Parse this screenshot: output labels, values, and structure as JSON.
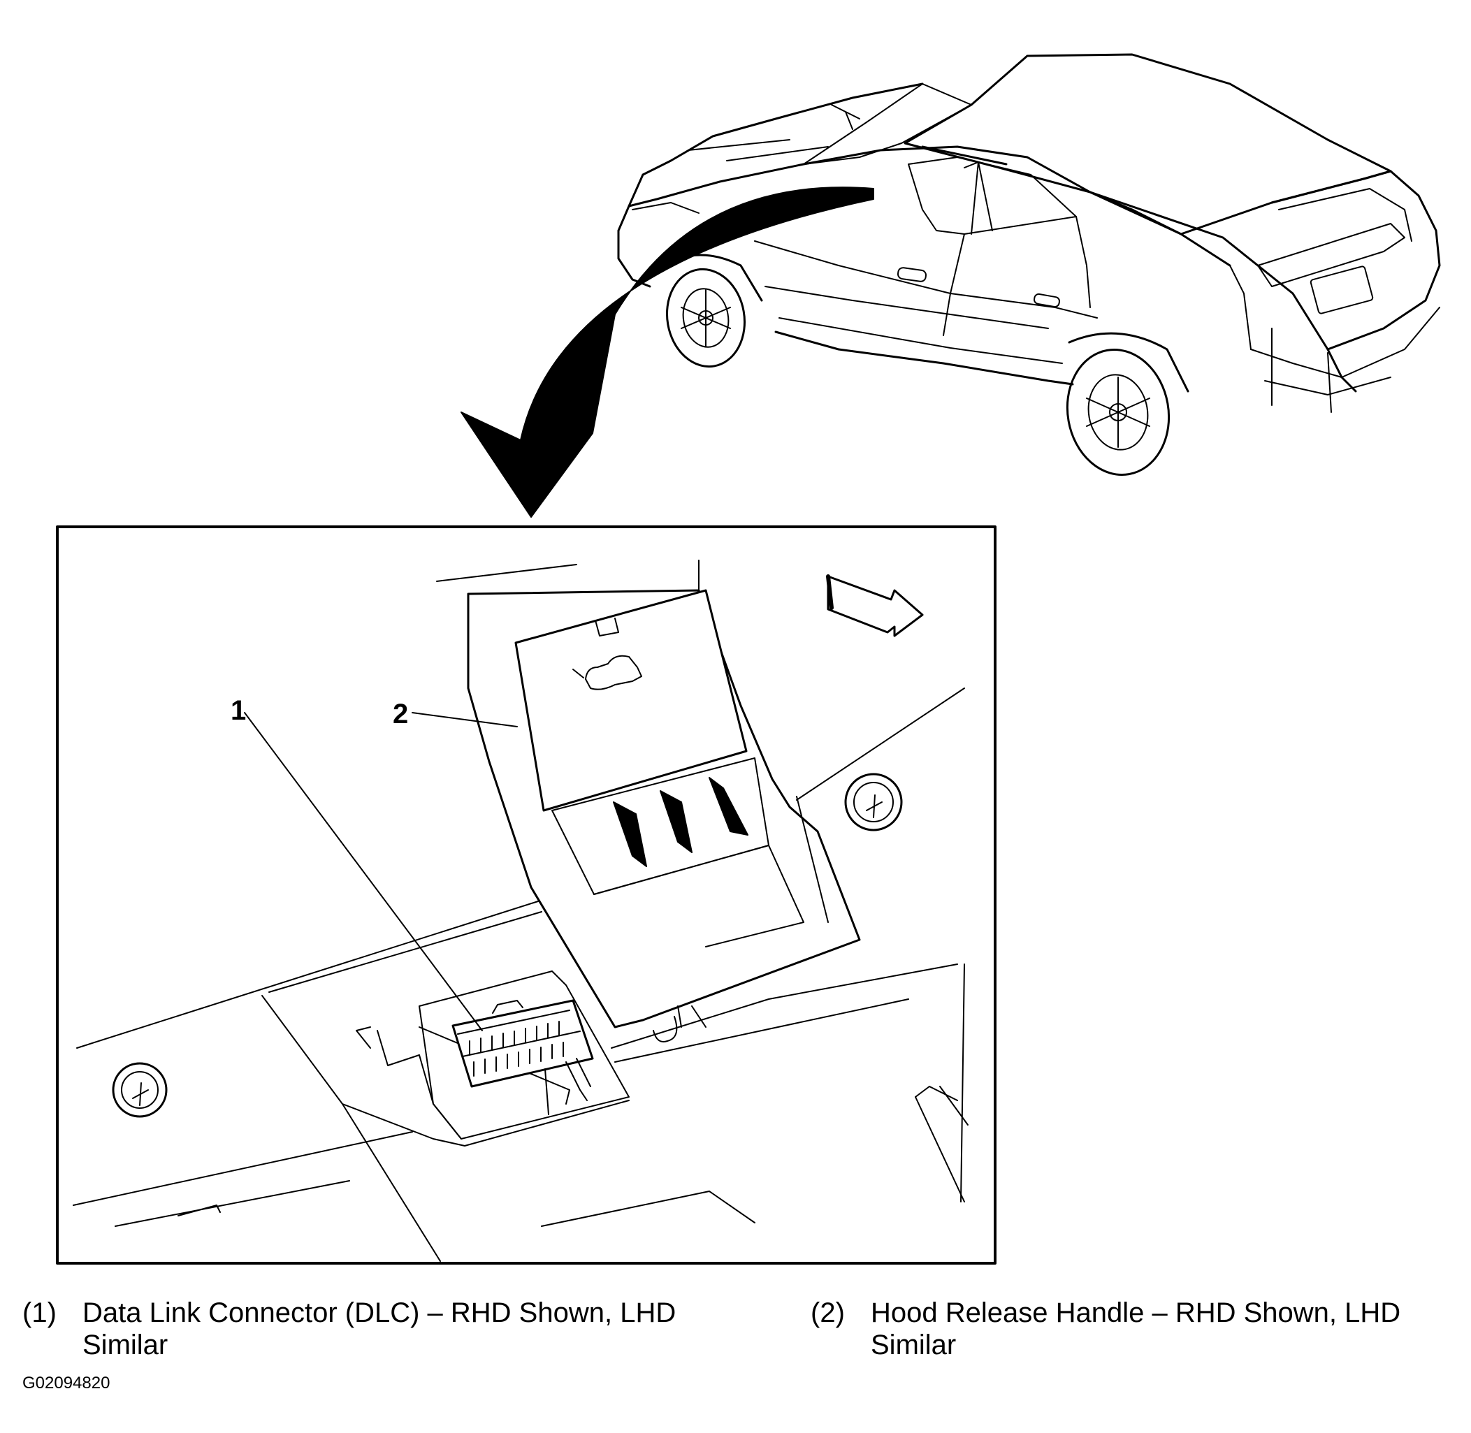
{
  "callouts": [
    {
      "number": "1"
    },
    {
      "number": "2"
    }
  ],
  "legend": [
    {
      "index": "(1)",
      "text": "Data Link Connector (DLC) – RHD Shown, LHD Similar"
    },
    {
      "index": "(2)",
      "text": "Hood Release Handle – RHD Shown, LHD Similar"
    }
  ],
  "figure_code": "G02094820",
  "colors": {
    "ink": "#000000",
    "paper": "#ffffff"
  }
}
